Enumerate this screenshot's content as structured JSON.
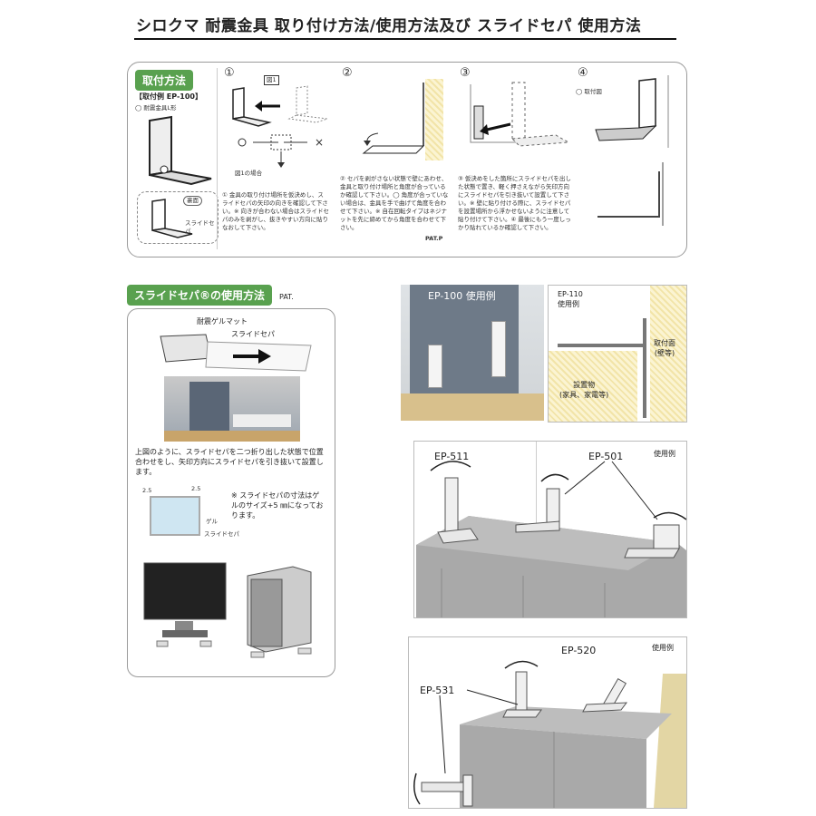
{
  "title": "シロクマ 耐震金具 取り付け方法/使用方法及び スライドセパ 使用方法",
  "mount": {
    "tag": "取付方法",
    "example_label": "【取付例 EP-100】",
    "l_shape": "◯ 耐震金具L形",
    "surface_label": "裏面",
    "slide_label": "スライドセパ",
    "steps": [
      {
        "num": "①",
        "fig": "図1",
        "fig_case": "図1の場合",
        "text": "① 金具の取り付け場所を仮決めし、スライドセパの矢印の向きを確認して下さい。※ 向きが合わない場合はスライドセパのみを剥がし、抜きやすい方向に貼りなおして下さい。"
      },
      {
        "num": "②",
        "text": "② セパを剥がさない状態で壁にあわせ、金具と取り付け場所と角度が合っているか確認して下さい。◯ 角度が合っていない場合は、金具を手で曲げて角度を合わせて下さい。※ 自在回転タイプはネジナットを先に締めてから角度を合わせて下さい。",
        "pat": "PAT.P"
      },
      {
        "num": "③",
        "text": "③ 仮決めをした箇所にスライドセパを出した状態で置き、軽く押さえながら矢印方向にスライドセパを引き抜いて設置して下さい。※ 壁に貼り付ける際に、スライドセパを設置場所から浮かせないように注意して貼り付けて下さい。④ 最後にもう一度しっかり貼れているか確認して下さい。"
      },
      {
        "num": "④",
        "fig": "◯ 取付図"
      }
    ]
  },
  "slide": {
    "tag": "スライドセパ®の使用方法",
    "pat": "PAT.",
    "mat_label": "耐震ゲルマット",
    "sepa_label": "スライドセパ",
    "desc": "上図のように、スライドセパを二つ折り出した状態で位置合わせをし、矢印方向にスライドセパを引き抜いて設置します。",
    "dim_a": "2.5",
    "dim_b": "2.5",
    "note": "※ スライドセパの寸法はゲルのサイズ+5 ㎜になっております。",
    "gel_label": "ゲル",
    "sepa_label2": "スライドセパ"
  },
  "ep100": {
    "label": "EP-100 使用例"
  },
  "ep110": {
    "label": "EP-110\n使用例",
    "surface": "取付面\n(壁等)",
    "object": "設置物\n(家具、家電等)"
  },
  "ep5xx": {
    "label_511": "EP-511",
    "label_501": "EP-501",
    "usage": "使用例"
  },
  "ep52x": {
    "label_520": "EP-520",
    "label_531": "EP-531",
    "usage": "使用例"
  }
}
